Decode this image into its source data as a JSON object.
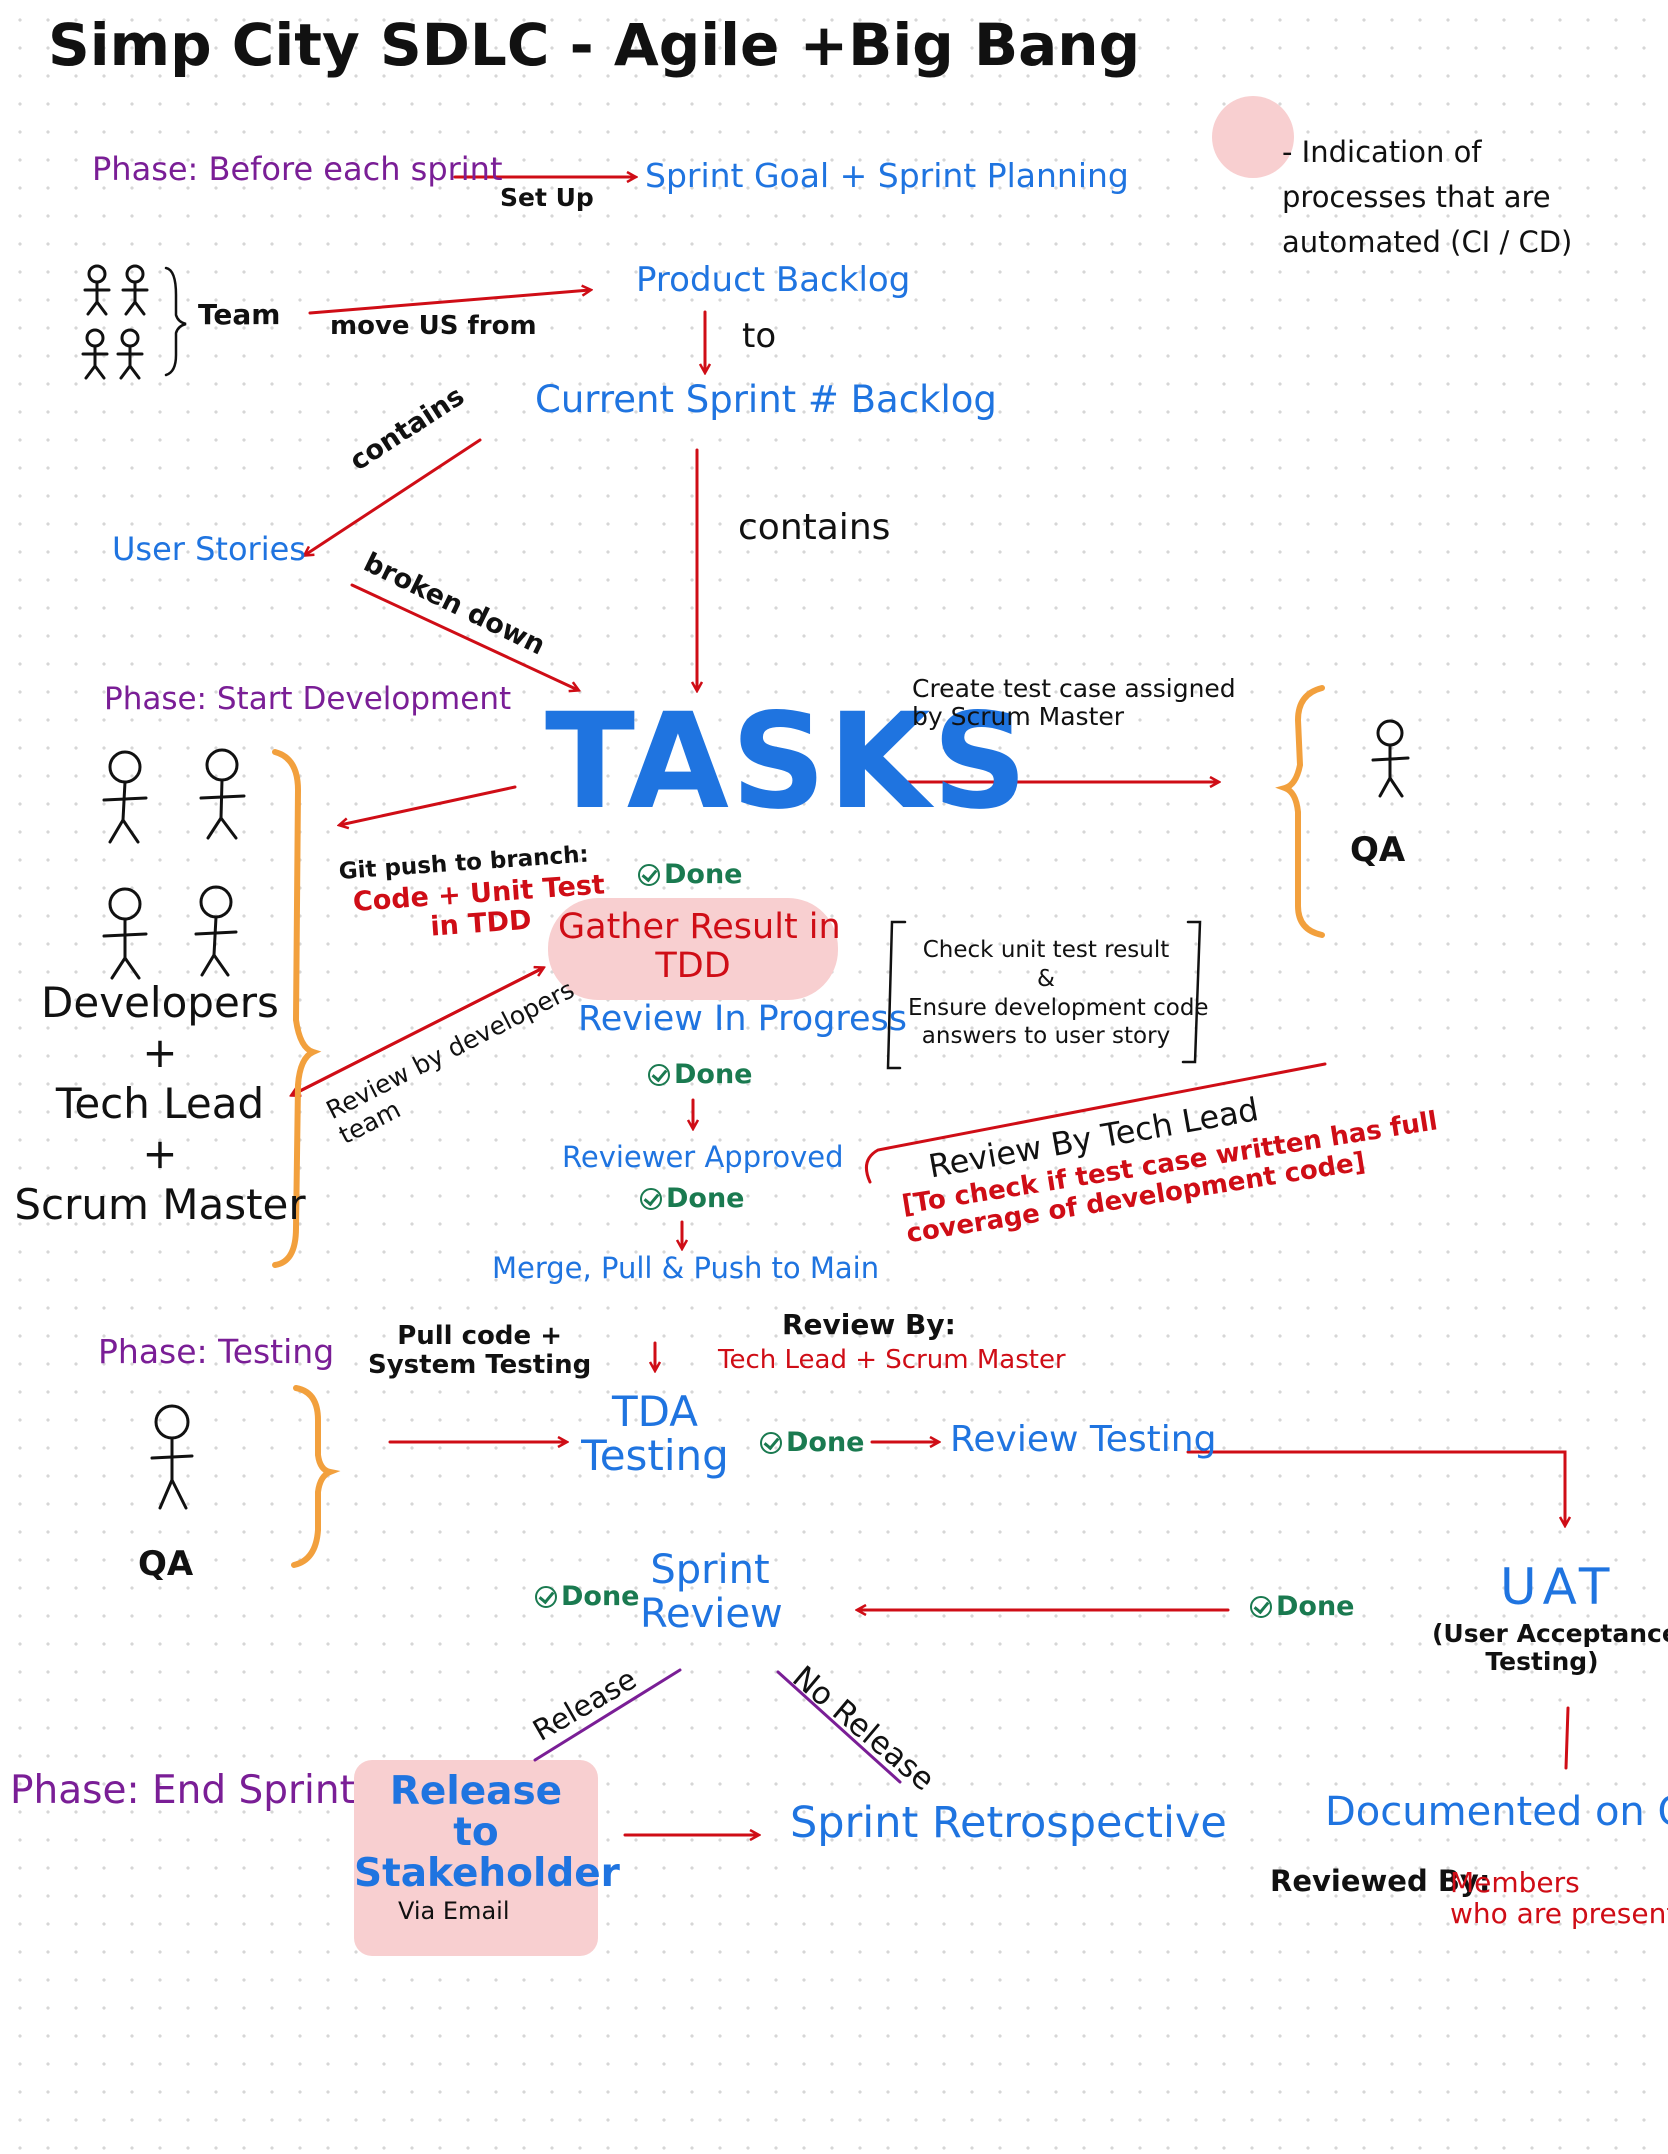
{
  "title": "Simp City SDLC - Agile +Big Bang",
  "legend": {
    "text": "- Indication of processes that are automated (CI / CD)",
    "color": "#f8cfd0"
  },
  "phases": {
    "before": "Phase: Before each sprint",
    "start": "Phase: Start Development",
    "testing": "Phase: Testing",
    "end": "Phase: End Sprint"
  },
  "labels": {
    "set_up": "Set Up",
    "sprint_goal": "Sprint Goal + Sprint Planning",
    "team": "Team",
    "move_us_from": "move US from",
    "product_backlog": "Product Backlog",
    "to": "to",
    "current_sprint_backlog": "Current Sprint # Backlog",
    "contains_left": "contains",
    "contains_right": "contains",
    "user_stories": "User Stories",
    "broken_down": "broken down",
    "tasks": "TASKS",
    "create_test_case": "Create test case assigned\nby Scrum Master",
    "qa_top": "QA",
    "developers_group": "Developers\n+\nTech Lead\n+\nScrum Master",
    "git_push": "Git push to branch:",
    "code_unit_test": "Code + Unit Test\nin TDD",
    "review_by_dev": "Review by developers\nteam",
    "done": "Done",
    "gather_result": "Gather Result in\nTDD",
    "review_in_progress": "Review In Progress",
    "check_unit": "Check unit test result\n&\nEnsure development code\nanswers to user story",
    "reviewer_approved": "Reviewer Approved",
    "merge": "Merge, Pull & Push to Main",
    "review_by_tech_lead": "Review By Tech Lead",
    "coverage_note": "[To check if test case written has full\ncoverage of development code]",
    "pull_code": "Pull code +\nSystem Testing",
    "review_by": "Review By:",
    "tech_lead_scrum": "Tech Lead + Scrum Master",
    "tda_testing": "TDA\nTesting",
    "review_testing": "Review Testing",
    "qa_bottom": "QA",
    "uat": "UAT",
    "uat_full": "(User Acceptance\nTesting)",
    "sprint_review": "Sprint\nReview",
    "release": "Release",
    "no_release": "No Release",
    "release_to_stakeholder": "Release\nto\nStakeholder",
    "via_email": "Via Email",
    "sprint_retro": "Sprint Retrospective",
    "documented": "Documented on Git",
    "reviewed_by": "Reviewed By:",
    "members": "Members\nwho are present"
  },
  "colors": {
    "ink": "#111111",
    "phase": "#7a1e96",
    "blue": "#1f74e0",
    "red": "#cf0d16",
    "green": "#1a7a50",
    "orange": "#f2a03d",
    "highlight": "#f8cfd0"
  }
}
